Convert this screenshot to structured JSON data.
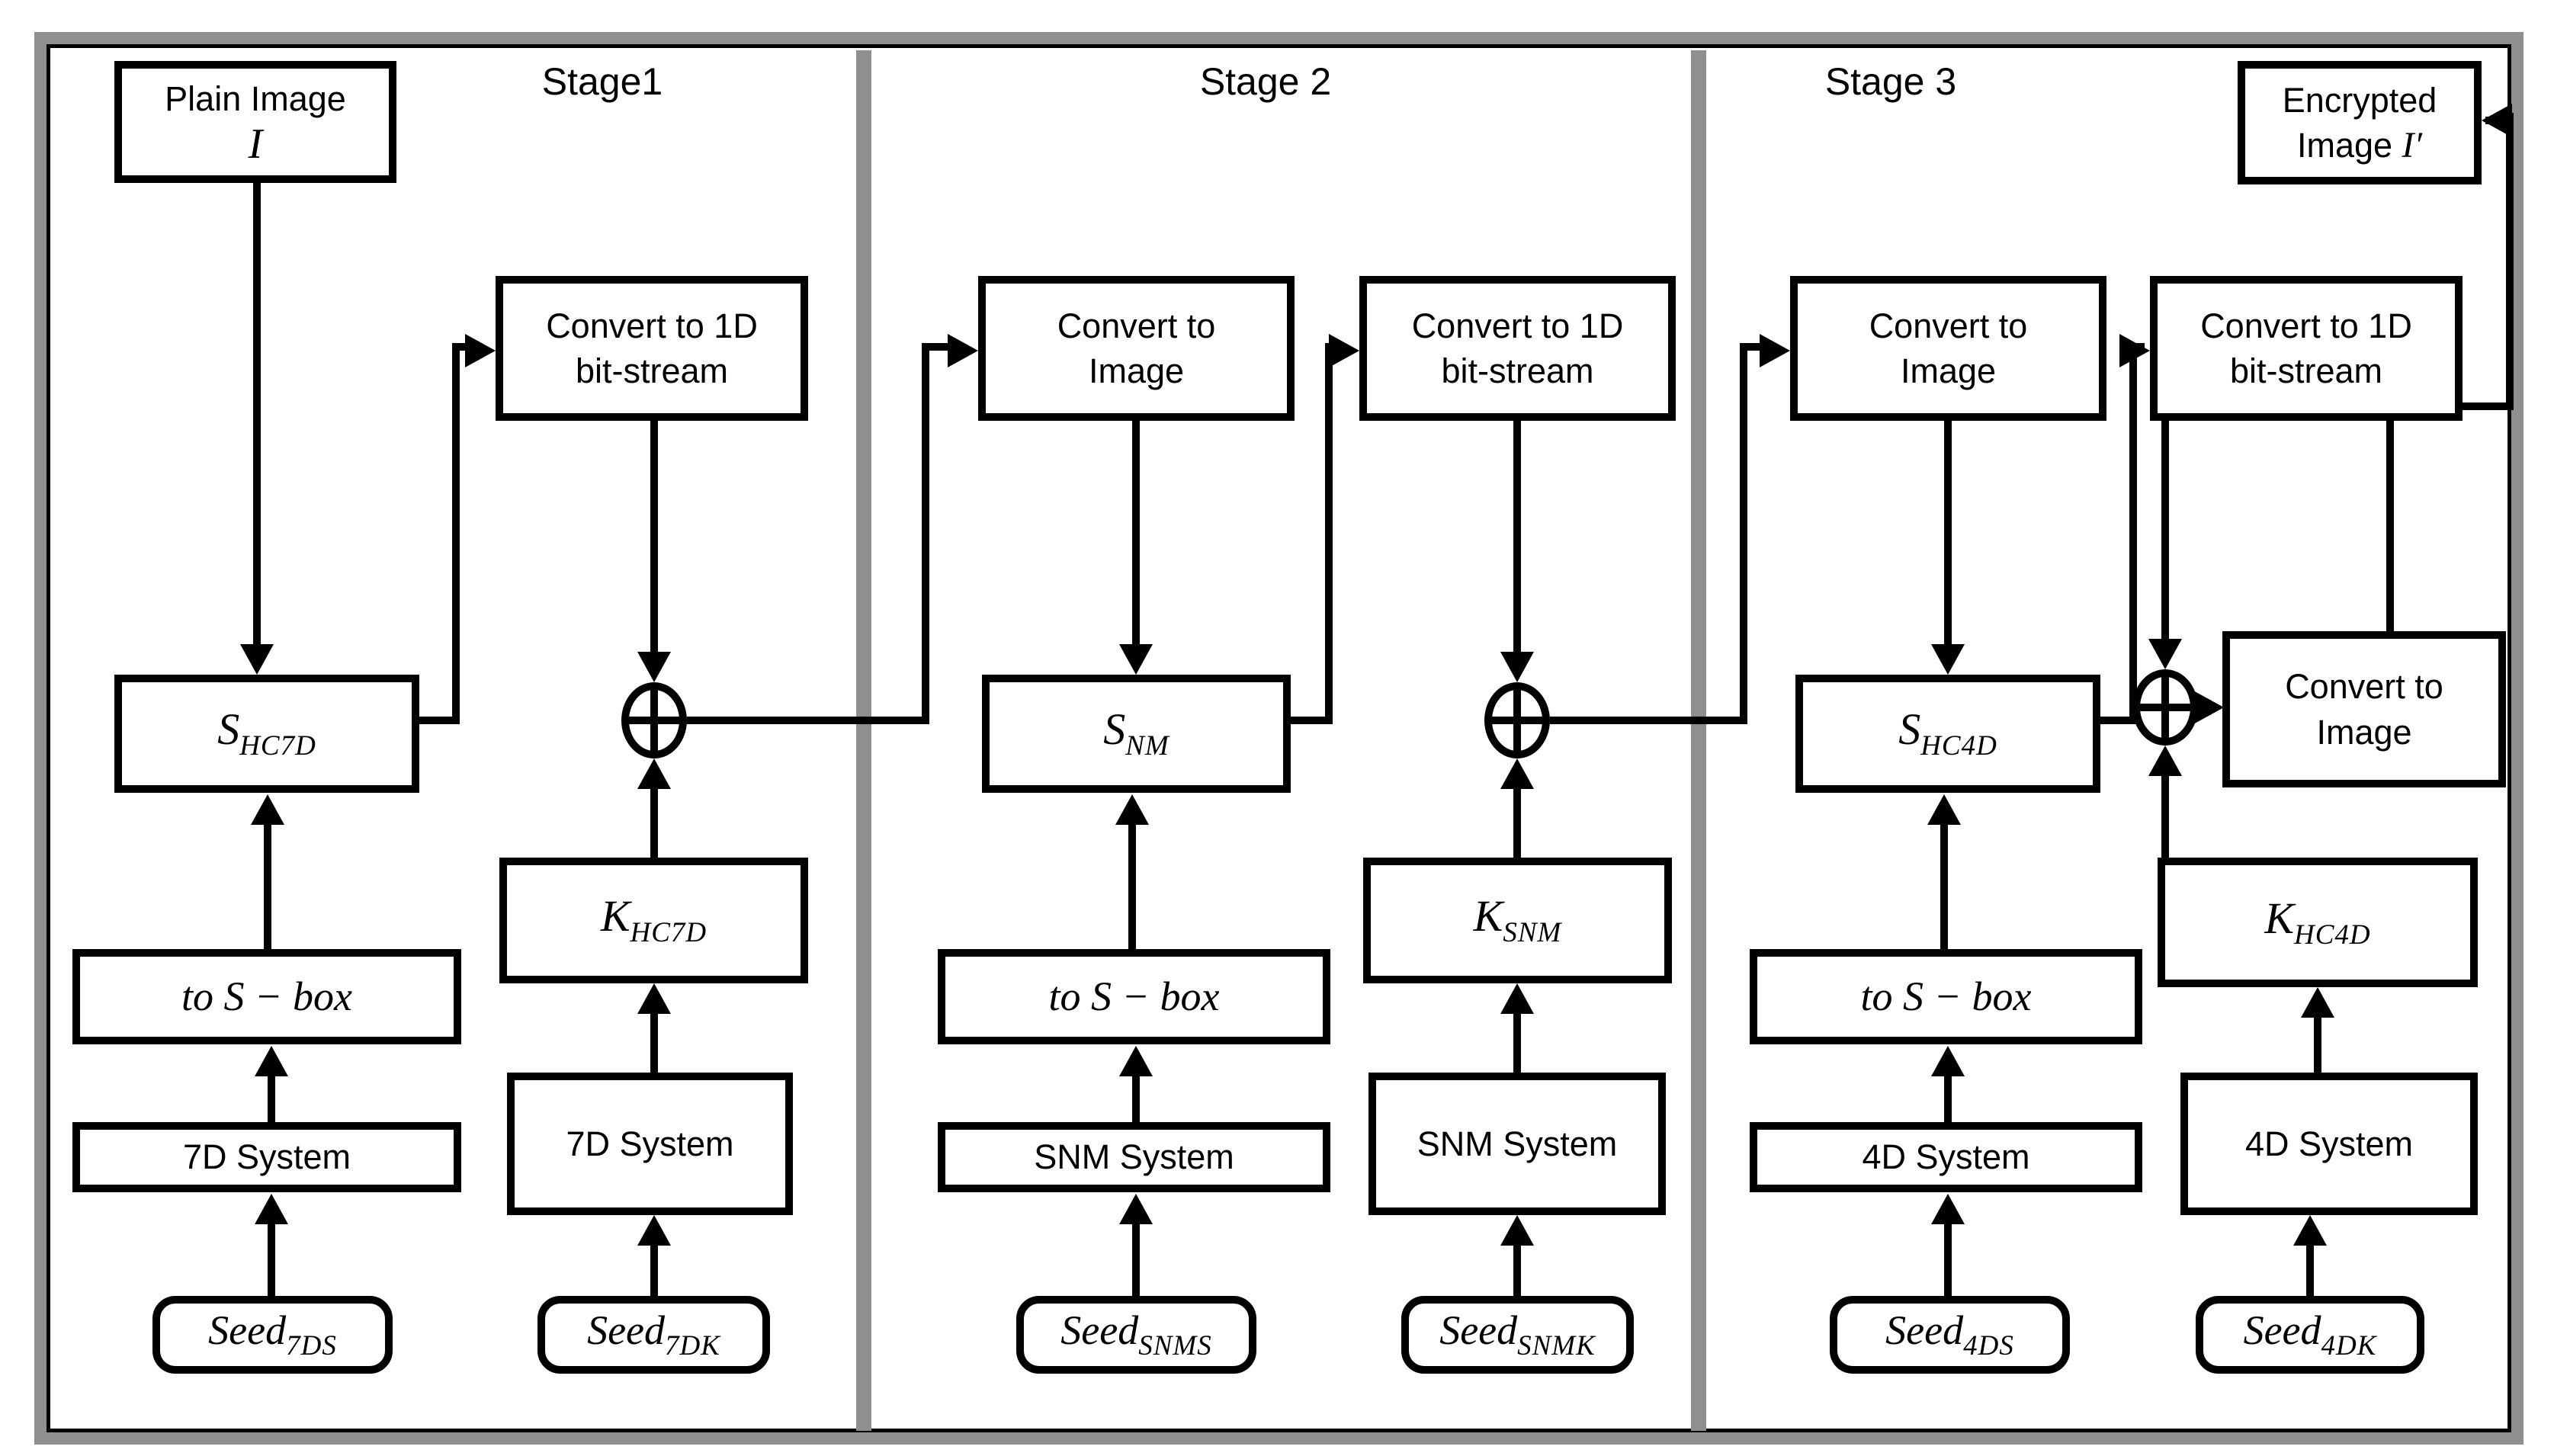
{
  "colors": {
    "frame_gray": "#8f8f8f",
    "ink": "#000000",
    "background": "#ffffff"
  },
  "s1": {
    "label": "Stage1",
    "plain_line1": "Plain Image",
    "plain_math": "I",
    "conv1d_line1": "Convert to 1D",
    "conv1d_line2": "bit-stream",
    "s_main": "S",
    "s_sub": "HC7D",
    "k_main": "K",
    "k_sub": "HC7D",
    "tosbox": "to S − box",
    "system_left": "7D System",
    "system_right": "7D System",
    "seed_left_main": "Seed",
    "seed_left_sub": "7DS",
    "seed_right_main": "Seed",
    "seed_right_sub": "7DK"
  },
  "s2": {
    "label": "Stage 2",
    "convimg_line1": "Convert to",
    "convimg_line2": "Image",
    "conv1d_line1": "Convert to 1D",
    "conv1d_line2": "bit-stream",
    "s_main": "S",
    "s_sub": "NM",
    "k_main": "K",
    "k_sub": "SNM",
    "tosbox": "to S − box",
    "system_left": "SNM System",
    "system_right": "SNM System",
    "seed_left_main": "Seed",
    "seed_left_sub": "SNMS",
    "seed_right_main": "Seed",
    "seed_right_sub": "SNMK"
  },
  "s3": {
    "label": "Stage 3",
    "convimg_line1": "Convert to",
    "convimg_line2": "Image",
    "conv1d_line1": "Convert to 1D",
    "conv1d_line2": "bit-stream",
    "s_main": "S",
    "s_sub": "HC4D",
    "k_main": "K",
    "k_sub": "HC4D",
    "tosbox": "to S − box",
    "system_left": "4D System",
    "system_right": "4D System",
    "seed_left_main": "Seed",
    "seed_left_sub": "4DS",
    "seed_right_main": "Seed",
    "seed_right_sub": "4DK",
    "final_line1": "Convert to",
    "final_line2": "Image",
    "encrypted_line1": "Encrypted",
    "encrypted_line2": "Image",
    "encrypted_math": "I′"
  }
}
